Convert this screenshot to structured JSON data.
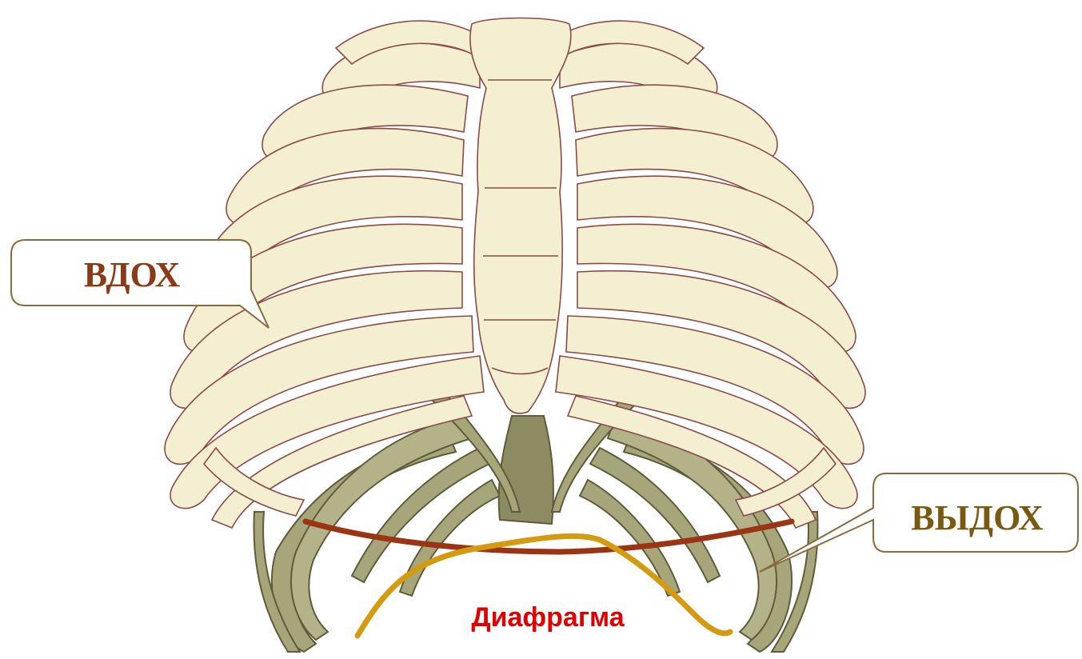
{
  "labels": {
    "inhale": "ВДОХ",
    "exhale": "ВЫДОХ",
    "diaphragm": "Диафрагма"
  },
  "colors": {
    "inhale_text": "#8a3a14",
    "exhale_text": "#7a5a10",
    "diaphragm_text": "#e00000",
    "inhale_line": "#9a3412",
    "exhale_line": "#d49a10",
    "bone_light": "#f4efd0",
    "bone_outline": "#8a4a4a",
    "bone_dark": "#7d7b55",
    "bone_dark_fill": "#a7a57a",
    "callout_border": "#8a6a3a",
    "callout_fill": "#ffffff"
  }
}
